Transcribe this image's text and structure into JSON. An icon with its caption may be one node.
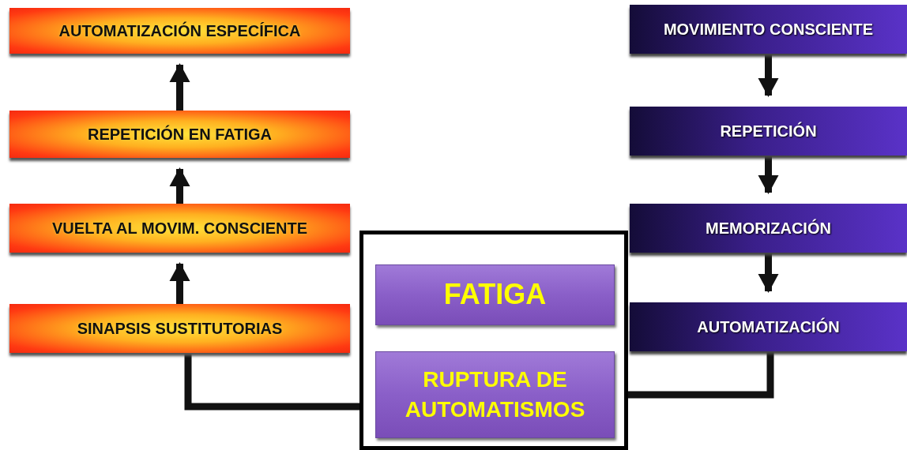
{
  "diagram": {
    "nodes": [
      {
        "text": [
          "AUTOMATIZACIÓN ESPECÍFICA"
        ]
      },
      {
        "text": [
          "REPETICIÓN EN FATIGA"
        ]
      },
      {
        "text": [
          "VUELTA AL MOVIM. CONSCIENTE"
        ]
      },
      {
        "text": [
          "SINAPSIS SUSTITUTORIAS"
        ]
      },
      {
        "text": [],
        "shape": "box"
      },
      {
        "text": [
          "FATIGA"
        ],
        "in": 4
      },
      {
        "text": [
          "RUPTURA DE AUTOMATISMOS"
        ],
        "in": 4
      },
      {
        "text": [
          "MOVIMIENTO CONSCIENTE"
        ]
      },
      {
        "text": [
          "REPETICIÓN"
        ]
      },
      {
        "text": [
          "MEMORIZACIÓN"
        ]
      },
      {
        "text": [
          "AUTOMATIZACIÓN"
        ]
      }
    ],
    "edges": [
      {
        "from": 3,
        "to": 2,
        "arrow": "to"
      },
      {
        "from": 2,
        "to": 1,
        "arrow": "to"
      },
      {
        "from": 1,
        "to": 0,
        "arrow": "to"
      },
      {
        "from": 7,
        "to": 8,
        "arrow": "to"
      },
      {
        "from": 8,
        "to": 9,
        "arrow": "to"
      },
      {
        "from": 9,
        "to": 10,
        "arrow": "to"
      },
      {
        "from": 10,
        "to": 4,
        "arrow": "none"
      },
      {
        "from": 4,
        "to": 3,
        "arrow": "none"
      }
    ]
  }
}
